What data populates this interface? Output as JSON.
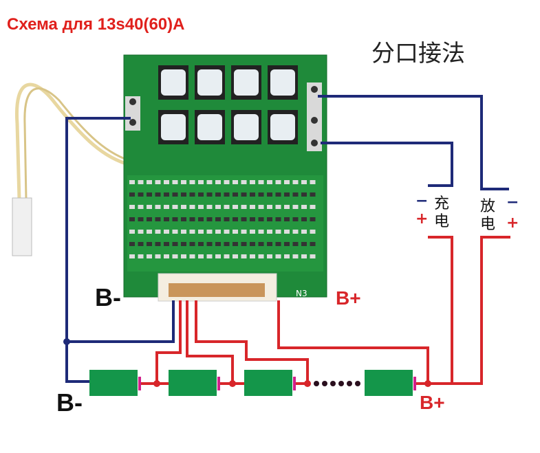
{
  "title": "Схема для 13s40(60)A",
  "method_label": "分口接法",
  "labels": {
    "b_minus_board": "B-",
    "b_minus_battery": "B-",
    "b_plus_board": "B+",
    "b_plus_battery": "B+",
    "connector": "N3",
    "charge": [
      "充",
      "电"
    ],
    "discharge": [
      "放",
      "电"
    ],
    "minus": "−",
    "plus": "+"
  },
  "colors": {
    "title": "#e0201c",
    "positive_wire": "#d8262a",
    "negative_wire": "#1e2a78",
    "board": "#1f8a3a",
    "battery": "#14964a",
    "terminal": "#d0208a"
  }
}
